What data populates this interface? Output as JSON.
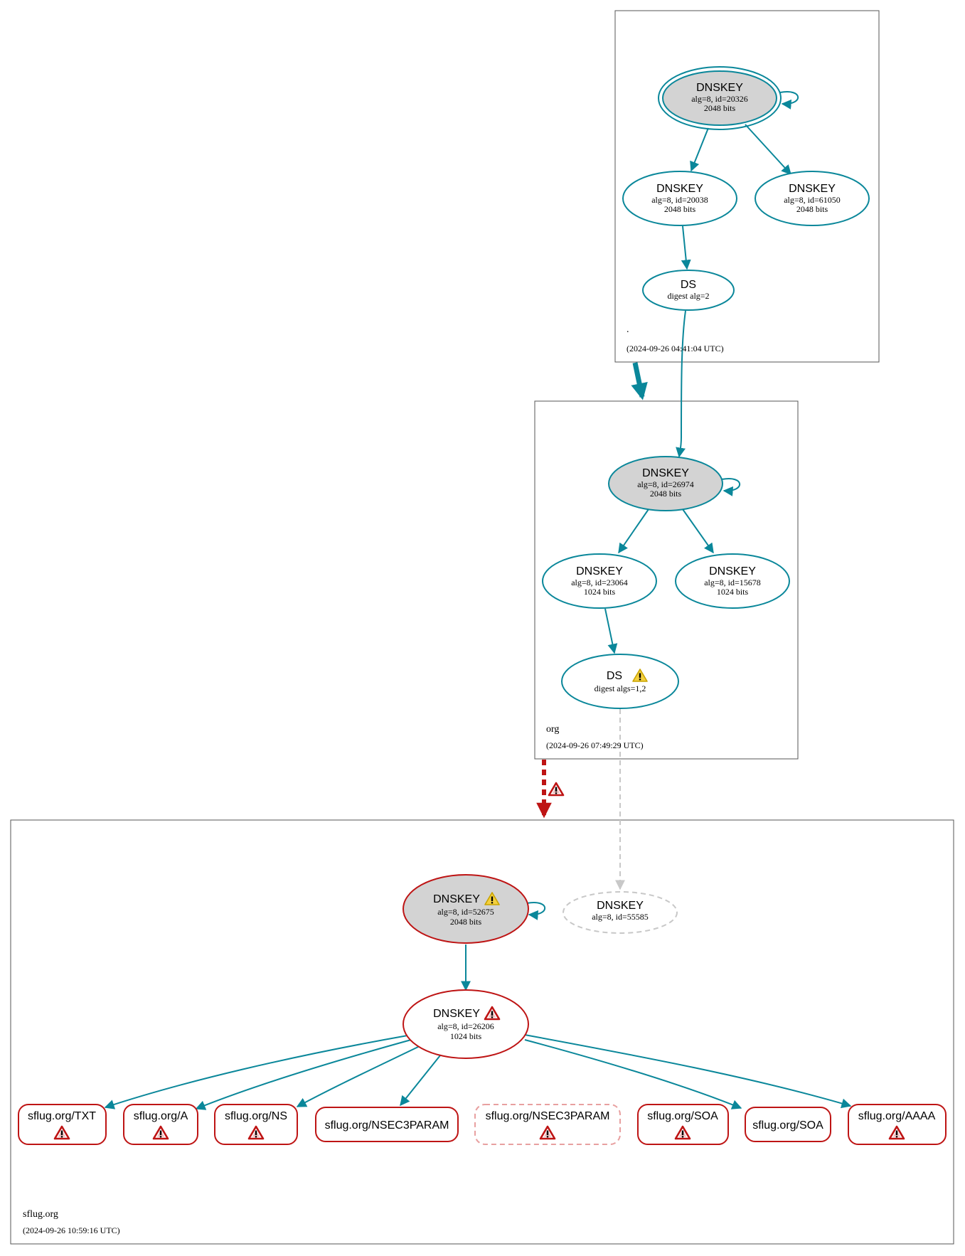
{
  "colors": {
    "teal": "#0a879a",
    "red": "#be1414",
    "gray_fill": "#d3d3d3",
    "dashed_gray": "#c8c8c8",
    "dashed_red": "#e8a0a0",
    "warn_yellow": "#f4d03f",
    "box_border": "#555555"
  },
  "zones": {
    "root": {
      "name": ".",
      "timestamp": "(2024-09-26 04:41:04 UTC)"
    },
    "org": {
      "name": "org",
      "timestamp": "(2024-09-26 07:49:29 UTC)"
    },
    "sflug": {
      "name": "sflug.org",
      "timestamp": "(2024-09-26 10:59:16 UTC)"
    }
  },
  "nodes": {
    "root_ksk": {
      "title": "DNSKEY",
      "line1": "alg=8, id=20326",
      "line2": "2048 bits"
    },
    "root_zsk1": {
      "title": "DNSKEY",
      "line1": "alg=8, id=20038",
      "line2": "2048 bits"
    },
    "root_zsk2": {
      "title": "DNSKEY",
      "line1": "alg=8, id=61050",
      "line2": "2048 bits"
    },
    "root_ds": {
      "title": "DS",
      "line1": "digest alg=2"
    },
    "org_ksk": {
      "title": "DNSKEY",
      "line1": "alg=8, id=26974",
      "line2": "2048 bits"
    },
    "org_zsk1": {
      "title": "DNSKEY",
      "line1": "alg=8, id=23064",
      "line2": "1024 bits"
    },
    "org_zsk2": {
      "title": "DNSKEY",
      "line1": "alg=8, id=15678",
      "line2": "1024 bits"
    },
    "org_ds": {
      "title": "DS",
      "line1": "digest algs=1,2"
    },
    "sflug_ksk": {
      "title": "DNSKEY",
      "line1": "alg=8, id=52675",
      "line2": "2048 bits"
    },
    "sflug_missing": {
      "title": "DNSKEY",
      "line1": "alg=8, id=55585"
    },
    "sflug_zsk": {
      "title": "DNSKEY",
      "line1": "alg=8, id=26206",
      "line2": "1024 bits"
    }
  },
  "records": [
    {
      "label": "sflug.org/TXT",
      "warning": true,
      "dashed": false
    },
    {
      "label": "sflug.org/A",
      "warning": true,
      "dashed": false
    },
    {
      "label": "sflug.org/NS",
      "warning": true,
      "dashed": false
    },
    {
      "label": "sflug.org/NSEC3PARAM",
      "warning": false,
      "dashed": false
    },
    {
      "label": "sflug.org/NSEC3PARAM",
      "warning": true,
      "dashed": true
    },
    {
      "label": "sflug.org/SOA",
      "warning": true,
      "dashed": false
    },
    {
      "label": "sflug.org/SOA",
      "warning": false,
      "dashed": false
    },
    {
      "label": "sflug.org/AAAA",
      "warning": true,
      "dashed": false
    }
  ]
}
